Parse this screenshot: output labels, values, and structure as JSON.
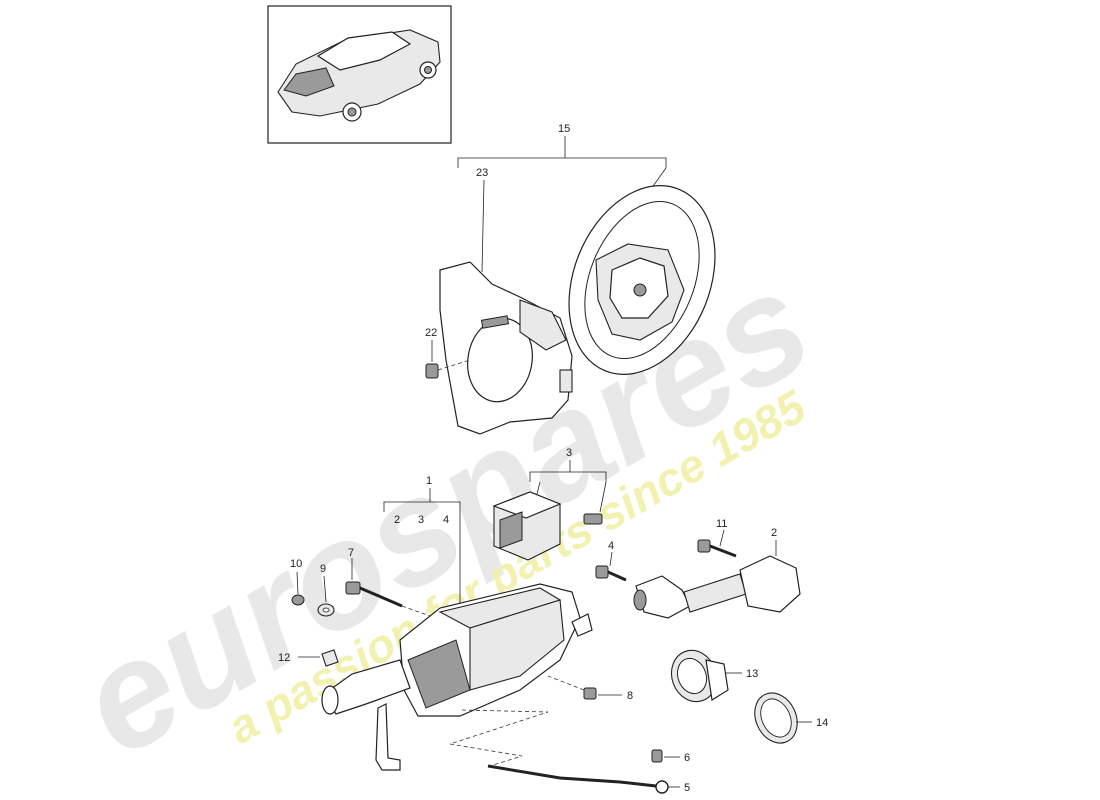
{
  "watermark": {
    "brand": "eurospares",
    "tagline": "a passion for parts since 1985",
    "brand_color": "#e4e4e4",
    "tagline_color": "#f2f0a8"
  },
  "callouts": {
    "c1": "1",
    "c2": "2",
    "c3": "3",
    "c4": "4",
    "c5": "5",
    "c6": "6",
    "c7": "7",
    "c8": "8",
    "c9": "9",
    "c10": "10",
    "c11": "11",
    "c12": "12",
    "c13": "13",
    "c14": "14",
    "c15": "15",
    "c22": "22",
    "c23": "23",
    "group1_sub2": "2",
    "group1_sub3": "3",
    "group1_sub4": "4"
  },
  "icons": {
    "thumbnail": "car-thumbnail-icon",
    "steering_wheel": "steering-wheel-icon",
    "column_shroud": "column-shroud-icon",
    "control_unit": "control-unit-icon",
    "steering_column": "steering-column-icon",
    "intermediate_shaft": "intermediate-shaft-icon"
  }
}
